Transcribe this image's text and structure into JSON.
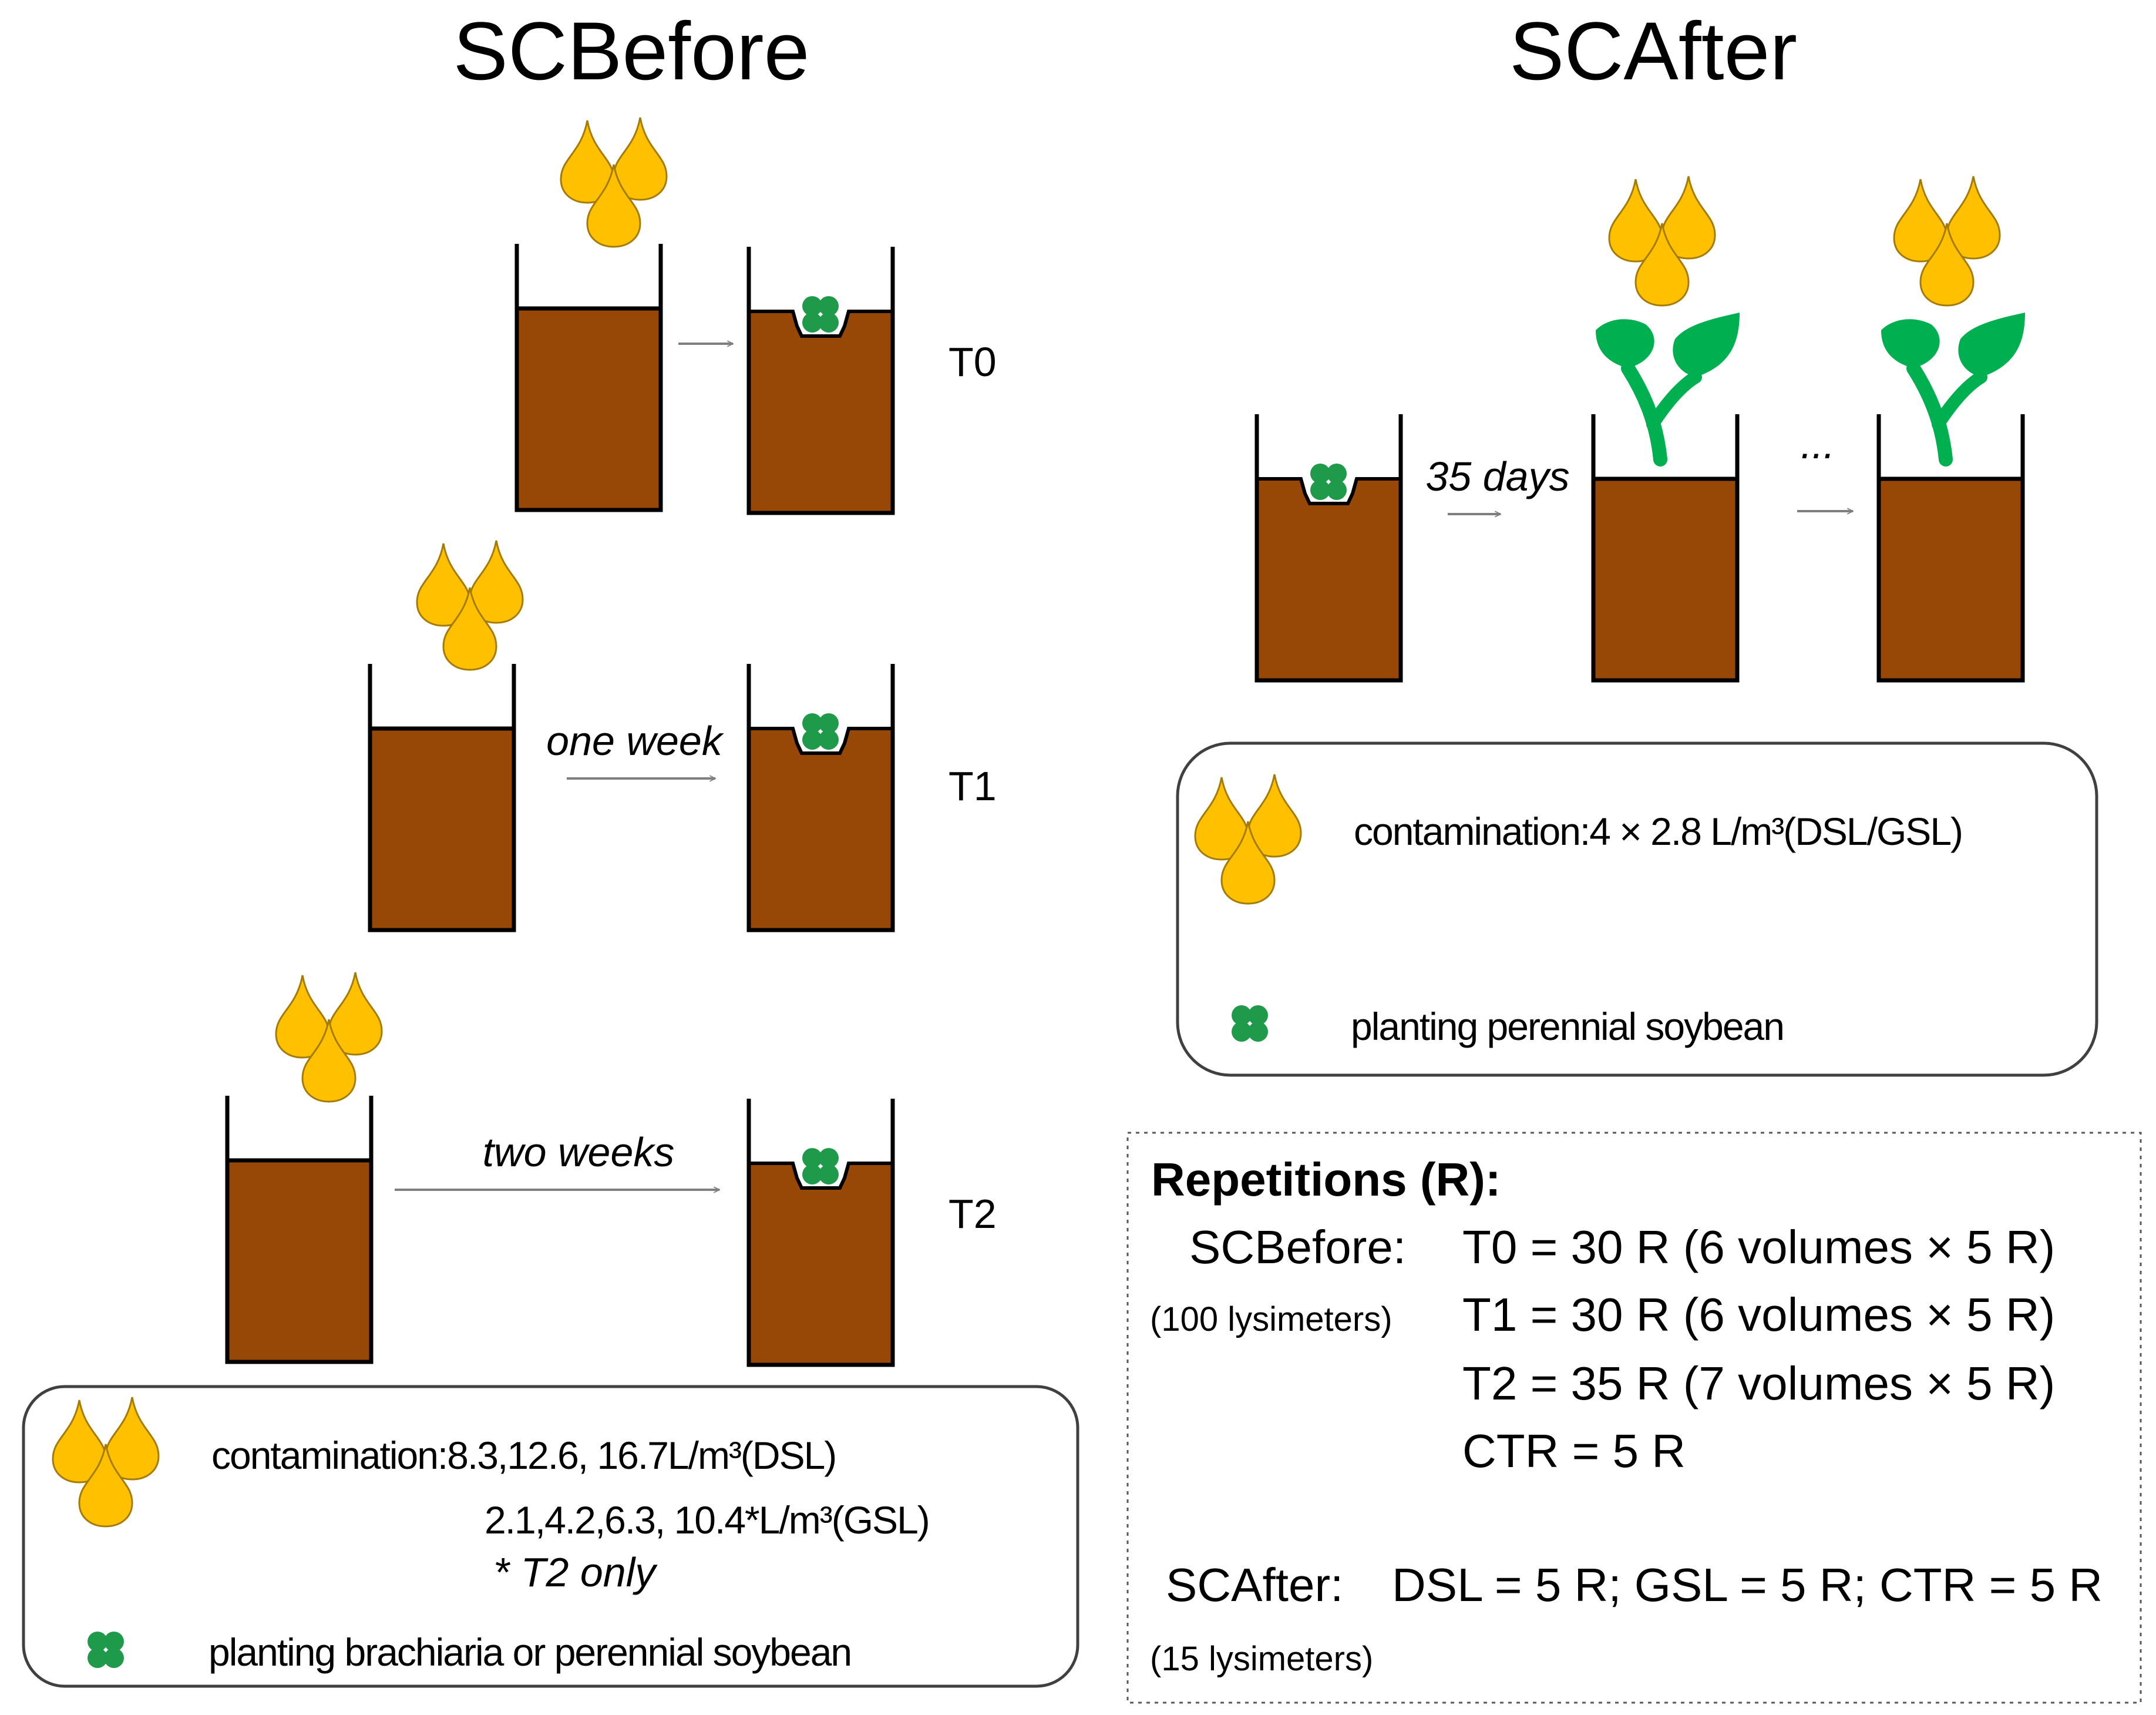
{
  "colors": {
    "soil": "#974706",
    "drop": "#FFC000",
    "drop_stroke": "#A37B05",
    "plant": "#00B050",
    "seed": "#1E9A4A",
    "arrow": "#7F7F7F"
  },
  "icons": {
    "contaminant": "droplet-cluster-icon",
    "seed": "four-leaf-seed-icon",
    "plant": "seedling-icon"
  },
  "before": {
    "title": "SCBefore",
    "stages": [
      {
        "label": "T0",
        "interval": ""
      },
      {
        "label": "T1",
        "interval": "one week"
      },
      {
        "label": "T2",
        "interval": "two weeks"
      }
    ],
    "legend": {
      "line1": "contamination:8.3,12.6, 16.7L/m³(DSL)",
      "line2": "2.1,4.2,6.3, 10.4*L/m³(GSL)",
      "line3": "* T2 only",
      "planting": "planting brachiaria or perennial soybean"
    }
  },
  "after": {
    "title": "SCAfter",
    "interval": "35 days",
    "ellipsis": "...",
    "legend": {
      "contamination": "contamination:4 × 2.8 L/m³(DSL/GSL)",
      "planting": "planting perennial soybean"
    }
  },
  "repetitions": {
    "heading": "Repetitions (R):",
    "before_label": "SCBefore:",
    "before_count": "(100 lysimeters)",
    "before_lines": [
      "T0 = 30 R (6 volumes × 5 R)",
      "T1 = 30 R (6 volumes × 5 R)",
      "T2 = 35 R (7 volumes × 5 R)",
      "CTR = 5 R"
    ],
    "after_label": "SCAfter:",
    "after_line": "DSL = 5 R; GSL = 5 R; CTR = 5 R",
    "after_count": "(15 lysimeters)"
  }
}
